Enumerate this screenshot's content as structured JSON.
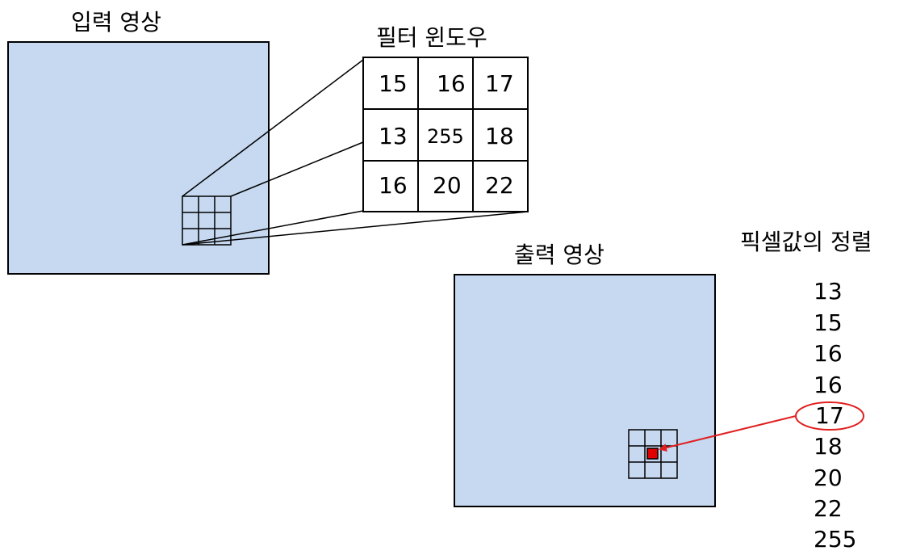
{
  "labels": {
    "input_image": "입력 영상",
    "filter_window": "필터 윈도우",
    "output_image": "출력 영상",
    "sorting": "픽셀값의 정렬"
  },
  "filter_window_values": [
    [
      "15",
      "16",
      "17"
    ],
    [
      "13",
      "255",
      "18"
    ],
    [
      "16",
      "20",
      "22"
    ]
  ],
  "sorted_values": [
    "13",
    "15",
    "16",
    "16",
    "17",
    "18",
    "20",
    "22",
    "255"
  ],
  "median_index": 4,
  "colors": {
    "image_fill": "#c6d9f1",
    "line": "#000000",
    "highlight": "#e02020",
    "output_pixel": "#e00000"
  }
}
